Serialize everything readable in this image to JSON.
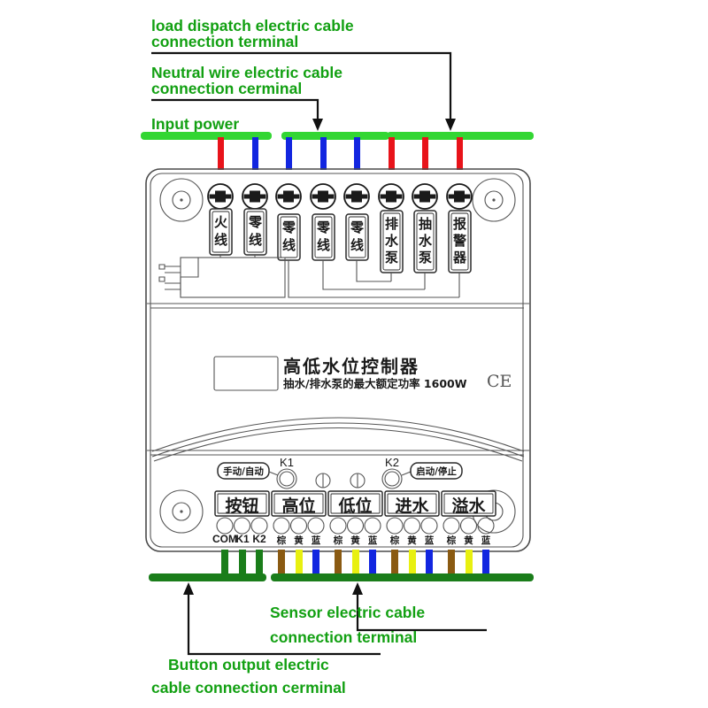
{
  "annotations": {
    "load_dispatch": "load dispatch electric cable\nconnection terminal",
    "load_dispatch_l1": "load dispatch electric cable",
    "load_dispatch_l2": "connection terminal",
    "neutral_l1": "Neutral wire electric cable",
    "neutral_l2": "connection cerminal",
    "input_power": "Input power",
    "sensor_l1": "Sensor electric cable",
    "sensor_l2": "connection terminal",
    "button_l1": "Button output  electric",
    "button_l2": "cable connection cerminal"
  },
  "device": {
    "title": "高低水位控制器",
    "subtitle": "抽水/排水泵的最大额定功率 1600W",
    "rating_power": "1600W",
    "certification_mark": "CE"
  },
  "top_terminals": [
    {
      "label": "火线",
      "wire_color": "#e8131a",
      "group": 1
    },
    {
      "label": "零线",
      "wire_color": "#1226e0",
      "group": 1
    },
    {
      "label": "零线",
      "wire_color": "#1226e0",
      "group": 2
    },
    {
      "label": "零线",
      "wire_color": "#1226e0",
      "group": 2
    },
    {
      "label": "零线",
      "wire_color": "#1226e0",
      "group": 2
    },
    {
      "label": "排水泵",
      "wire_color": "#e8131a",
      "group": 3
    },
    {
      "label": "抽水泵",
      "wire_color": "#e8131a",
      "group": 3
    },
    {
      "label": "报警器",
      "wire_color": "#e8131a",
      "group": 3
    }
  ],
  "controls": {
    "left_switch_label": "手动/自动",
    "k1_label": "K1",
    "k2_label": "K2",
    "right_switch_label": "启动/停止"
  },
  "bottom_terminals": [
    {
      "label": "按钮",
      "pins": [
        "COM",
        "K1",
        "K2"
      ],
      "wire_colors": [
        "#0f8a2a",
        "#0f8a2a",
        "#0f8a2a"
      ]
    },
    {
      "label": "高位",
      "pins": [
        "棕",
        "黄",
        "蓝"
      ],
      "wire_colors": [
        "#8a5a12",
        "#e8f010",
        "#1226e0"
      ]
    },
    {
      "label": "低位",
      "pins": [
        "棕",
        "黄",
        "蓝"
      ],
      "wire_colors": [
        "#8a5a12",
        "#e8f010",
        "#1226e0"
      ]
    },
    {
      "label": "进水",
      "pins": [
        "棕",
        "黄",
        "蓝"
      ],
      "wire_colors": [
        "#8a5a12",
        "#e8f010",
        "#1226e0"
      ]
    },
    {
      "label": "溢水",
      "pins": [
        "棕",
        "黄",
        "蓝"
      ],
      "wire_colors": [
        "#8a5a12",
        "#e8f010",
        "#1226e0"
      ]
    }
  ],
  "colors": {
    "annotation_green": "#12a012",
    "bus_green_top": "#33d633",
    "bus_green_bottom": "#1a7d1a",
    "wire_red": "#e8131a",
    "wire_blue": "#1226e0",
    "wire_brown": "#8a5a12",
    "wire_yellow": "#e8f010",
    "device_outline": "#4b4b4b"
  }
}
